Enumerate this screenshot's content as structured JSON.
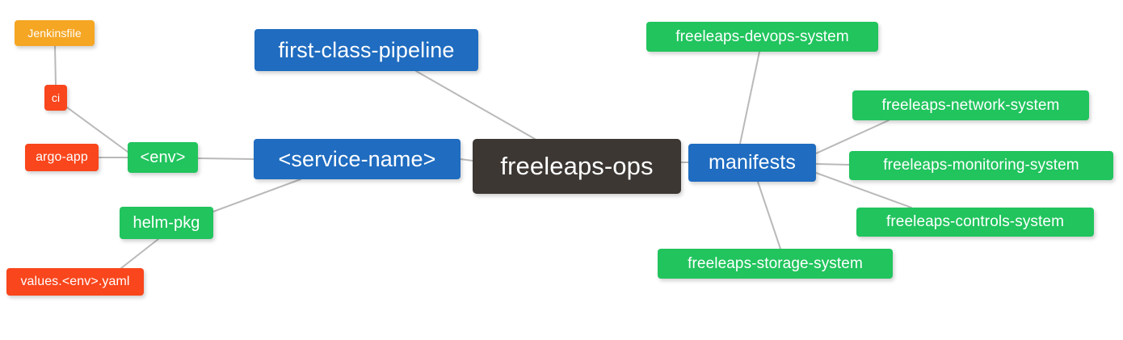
{
  "diagram": {
    "type": "mindmap",
    "title": "freeleaps-ops",
    "background": "#ffffff",
    "edge_color": "#b9b9b9",
    "palette": {
      "root": "#3c3733",
      "blue": "#1f6cc0",
      "green": "#21c45d",
      "orange": "#f5a623",
      "red": "#f9461c"
    }
  },
  "nodes": {
    "root": {
      "label": "freeleaps-ops"
    },
    "service_name": {
      "label": "<service-name>"
    },
    "first_class_pipeline": {
      "label": "first-class-pipeline"
    },
    "manifests": {
      "label": "manifests"
    },
    "env": {
      "label": "<env>"
    },
    "ci": {
      "label": "ci"
    },
    "jenkinsfile": {
      "label": "Jenkinsfile"
    },
    "argo_app": {
      "label": "argo-app"
    },
    "helm_pkg": {
      "label": "helm-pkg"
    },
    "values_yaml": {
      "label": "values.<env>.yaml"
    },
    "devops_system": {
      "label": "freeleaps-devops-system"
    },
    "network_system": {
      "label": "freeleaps-network-system"
    },
    "monitoring_system": {
      "label": "freeleaps-monitoring-system"
    },
    "controls_system": {
      "label": "freeleaps-controls-system"
    },
    "storage_system": {
      "label": "freeleaps-storage-system"
    }
  },
  "edges": [
    {
      "from": "root",
      "to": "service_name"
    },
    {
      "from": "root",
      "to": "first_class_pipeline"
    },
    {
      "from": "root",
      "to": "manifests"
    },
    {
      "from": "service_name",
      "to": "env"
    },
    {
      "from": "service_name",
      "to": "helm_pkg"
    },
    {
      "from": "env",
      "to": "ci"
    },
    {
      "from": "env",
      "to": "argo_app"
    },
    {
      "from": "ci",
      "to": "jenkinsfile"
    },
    {
      "from": "helm_pkg",
      "to": "values_yaml"
    },
    {
      "from": "manifests",
      "to": "devops_system"
    },
    {
      "from": "manifests",
      "to": "network_system"
    },
    {
      "from": "manifests",
      "to": "monitoring_system"
    },
    {
      "from": "manifests",
      "to": "controls_system"
    },
    {
      "from": "manifests",
      "to": "storage_system"
    }
  ]
}
